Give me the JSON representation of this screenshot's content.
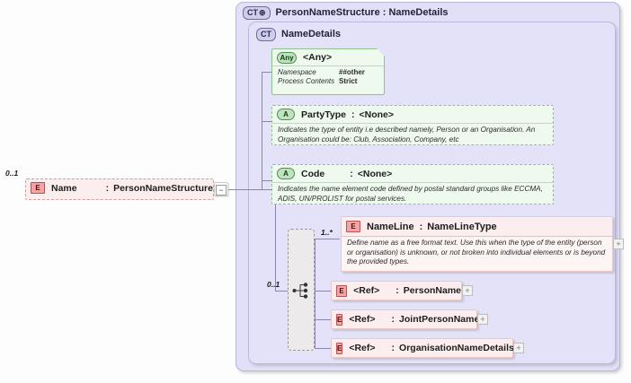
{
  "diagram": {
    "kind": "xsd-schema-diagram",
    "outer_panel": {
      "badge": "CT",
      "badge_expand": true,
      "title": "PersonNameStructure : NameDetails"
    },
    "inner_panel": {
      "badge": "CT",
      "title": "NameDetails"
    }
  },
  "root": {
    "cardinality": "0..1",
    "badge": "E",
    "name": "Name",
    "separator": ":",
    "type": "PersonNameStructure",
    "toggle": "−"
  },
  "any_node": {
    "badge": "Any",
    "title": "<Any>",
    "rows": [
      {
        "key": "Namespace",
        "value": "##other"
      },
      {
        "key": "Process Contents",
        "value": "Strict"
      }
    ]
  },
  "attributes": [
    {
      "badge": "A",
      "name": "PartyType",
      "separator": ":",
      "type": "<None>",
      "description": "Indicates the type of entity i.e described namely, Person or an Organisation. An Organisation could be: Club, Association, Company, etc"
    },
    {
      "badge": "A",
      "name": "Code",
      "separator": ":",
      "type": "<None>",
      "description": "Indicates the name element code defined by postal standard groups like ECCMA, ADIS, UN/PROLIST for postal services."
    }
  ],
  "name_line": {
    "cardinality": "1..*",
    "badge": "E",
    "name": "NameLine",
    "separator": ":",
    "type": "NameLineType",
    "description": "Define name as a free format text. Use this when the type of the entity (person or organisation) is unknown, or not broken into individual elements or is beyond the provided types.",
    "toggle": "+"
  },
  "choice": {
    "cardinality": "0..1",
    "glyph": "choice-compositor-icon"
  },
  "refs": [
    {
      "badge": "E",
      "name": "<Ref>",
      "separator": ":",
      "type": "PersonName",
      "toggle": "+"
    },
    {
      "badge": "E",
      "name": "<Ref>",
      "separator": ":",
      "type": "JointPersonName",
      "toggle": "+"
    },
    {
      "badge": "E",
      "name": "<Ref>",
      "separator": ":",
      "type": "OrganisationNameDetails",
      "toggle": "+"
    }
  ],
  "colors": {
    "panel_outer": "#e2e0f7",
    "panel_inner": "#e4e2f8",
    "element_pink": "#fceeee",
    "attribute_green": "#eefaee",
    "connector": "#8a87ad"
  }
}
